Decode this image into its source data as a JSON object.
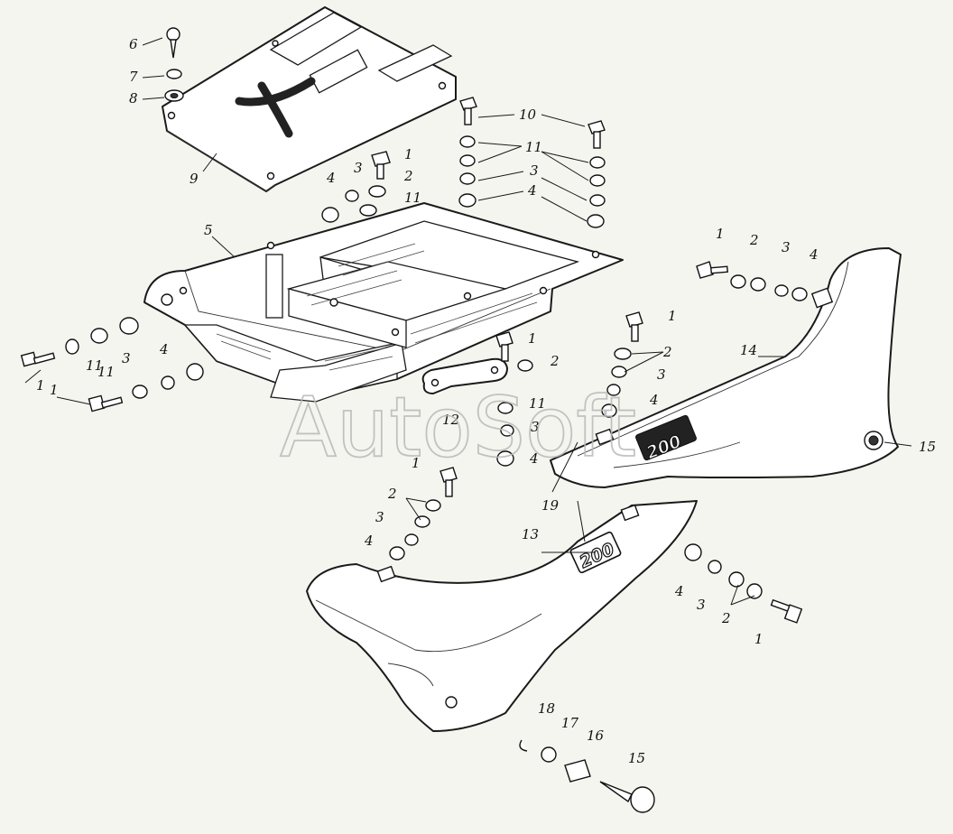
{
  "watermark": "AutoSoft",
  "badges": {
    "panel_14": "200",
    "panel_13": "200"
  },
  "callouts": {
    "c1": "1",
    "c2": "2",
    "c3": "3",
    "c4": "4",
    "c5": "5",
    "c6": "6",
    "c7": "7",
    "c8": "8",
    "c9": "9",
    "c10": "10",
    "c11": "11",
    "c12": "12",
    "c13": "13",
    "c14": "14",
    "c15": "15",
    "c16": "16",
    "c17": "17",
    "c18": "18",
    "c19": "19"
  }
}
